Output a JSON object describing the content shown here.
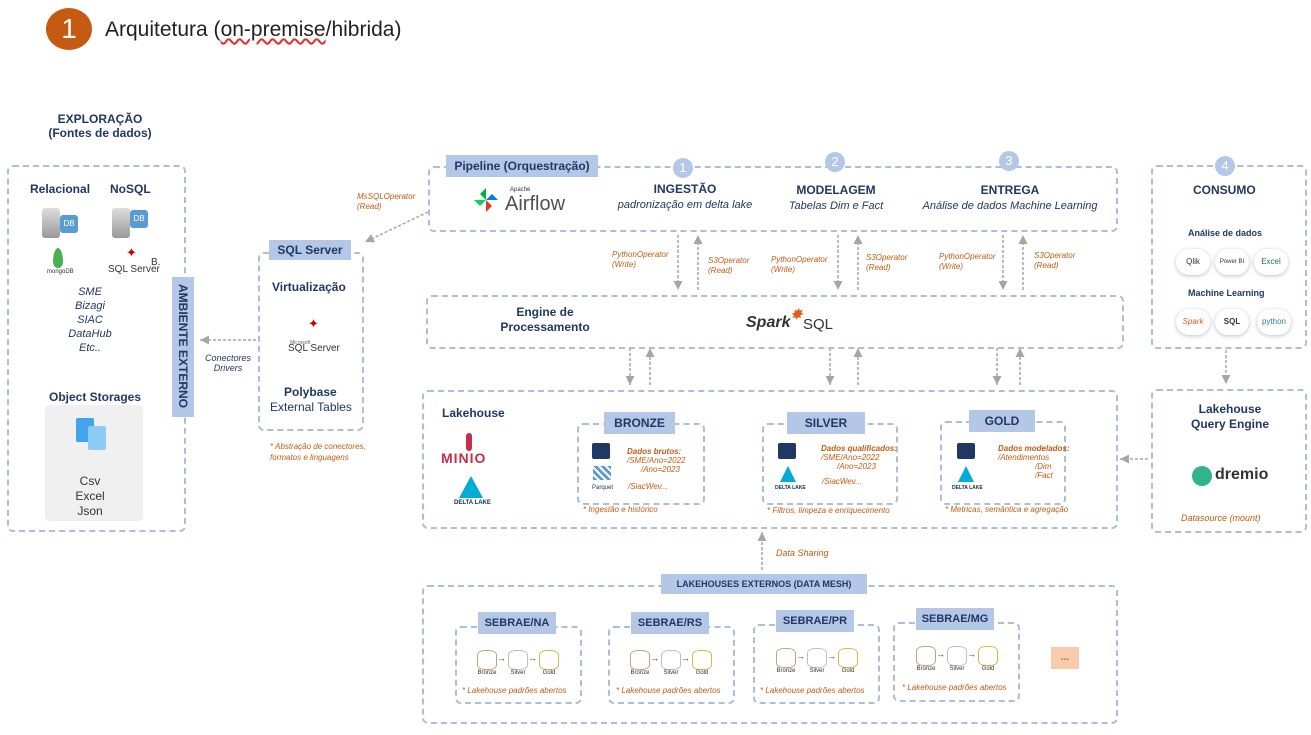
{
  "header": {
    "number": "1",
    "title_a": "Arquitetura (",
    "title_b": "on-premise",
    "title_c": "/hibrida)"
  },
  "exploracao": {
    "title1": "EXPLORAÇÃO",
    "title2": "(Fontes de dados)"
  },
  "sources": {
    "relacional": "Relacional",
    "nosql": "NoSQL",
    "db_label": "DB",
    "mongo": "mongoDB",
    "sqlserver": "SQL Server",
    "extra": "B.",
    "list": [
      "SME",
      "Bizagi",
      "SIAC",
      "DataHub",
      "Etc.."
    ],
    "object_title": "Object Storages",
    "formats": [
      "Csv",
      "Excel",
      "Json"
    ]
  },
  "ambiente": "AMBIENTE EXTERNO",
  "conectores": [
    "Conectores",
    "Drivers"
  ],
  "sqlserver_box": {
    "tag": "SQL Server",
    "virtualizacao": "Virtualização",
    "logo_small": "Microsoft",
    "logo": "SQL Server",
    "polybase": "Polybase",
    "external": "External Tables",
    "note1": "* Abstração de conectores,",
    "note2": "formatos e linguagens"
  },
  "msop": {
    "line1": "MsSQLOperator",
    "line2": "(Read)"
  },
  "pipeline": {
    "tag": "Pipeline (Orquestração)",
    "apache": "Apache",
    "airflow": "Airflow",
    "steps": [
      {
        "num": "1",
        "title": "INGESTÃO",
        "sub": "padronização em delta lake"
      },
      {
        "num": "2",
        "title": "MODELAGEM",
        "sub": "Tabelas Dim e Fact"
      },
      {
        "num": "3",
        "title": "ENTREGA",
        "sub": "Análise de dados Machine Learning"
      }
    ]
  },
  "operators": [
    {
      "l1": "PythonOperator",
      "l2": "(Write)"
    },
    {
      "l1": "S3Operator",
      "l2": "(Read)"
    },
    {
      "l1": "PythonOperator",
      "l2": "(Write)"
    },
    {
      "l1": "S3Operator",
      "l2": "(Read)"
    },
    {
      "l1": "PythonOperator",
      "l2": "(Write)"
    },
    {
      "l1": "S3Operator",
      "l2": "(Read)"
    }
  ],
  "engine": {
    "l1": "Engine de",
    "l2": "Processamento",
    "spark": "Spark",
    "sql": "SQL"
  },
  "lakehouse": {
    "title": "Lakehouse",
    "minio": "MINIO",
    "delta": "DELTA LAKE",
    "bronze": {
      "tag": "BRONZE",
      "d1": "Dados brutos:",
      "d2": "/SME/Ano=2022",
      "d3": "/Ano=2023",
      "d4": "/SiacWev...",
      "parquet": "Parquet",
      "note": "* Ingestão e histórico"
    },
    "silver": {
      "tag": "SILVER",
      "d1": "Dados qualificados:",
      "d2": "/SME/Ano=2022",
      "d3": "/Ano=2023",
      "d4": "/SiacWev...",
      "delta": "DELTA LAKE",
      "note": "* Filtros, limpeza e enriquecimento"
    },
    "gold": {
      "tag": "GOLD",
      "d1": "Dados modelados:",
      "d2": "/Atendimentos",
      "d3": "/Dim",
      "d4": "/Fact",
      "delta": "DELTA LAKE",
      "note": "* Metricas, semântica e agregação"
    }
  },
  "consumo": {
    "num": "4",
    "title": "CONSUMO",
    "analise": "Análise de dados",
    "tools1": [
      "Qlik",
      "Power BI",
      "Excel"
    ],
    "ml": "Machine Learning",
    "tools2": [
      "Spark",
      "SQL",
      "python"
    ]
  },
  "query_engine": {
    "l1": "Lakehouse",
    "l2": "Query Engine",
    "dremio": "dremio",
    "note": "Datasource (mount)"
  },
  "data_sharing": "Data Sharing",
  "mesh": {
    "tag": "LAKEHOUSES EXTERNOS (DATA MESH)",
    "items": [
      {
        "name": "SEBRAE/NA",
        "note": "* Lakehouse padrões abertos"
      },
      {
        "name": "SEBRAE/RS",
        "note": "* Lakehouse padrões abertos"
      },
      {
        "name": "SEBRAE/PR",
        "note": "* Lakehouse padrões abertos"
      },
      {
        "name": "SEBRAE/MG",
        "note": "* Lakehouse padrões abertos"
      }
    ],
    "layers": [
      "Bronze",
      "Silver",
      "Gold"
    ],
    "more": "..."
  },
  "colors": {
    "accent": "#c55a11",
    "tag": "#b4c7e7",
    "dash": "#a9bfdc",
    "title": "#1f3864"
  }
}
